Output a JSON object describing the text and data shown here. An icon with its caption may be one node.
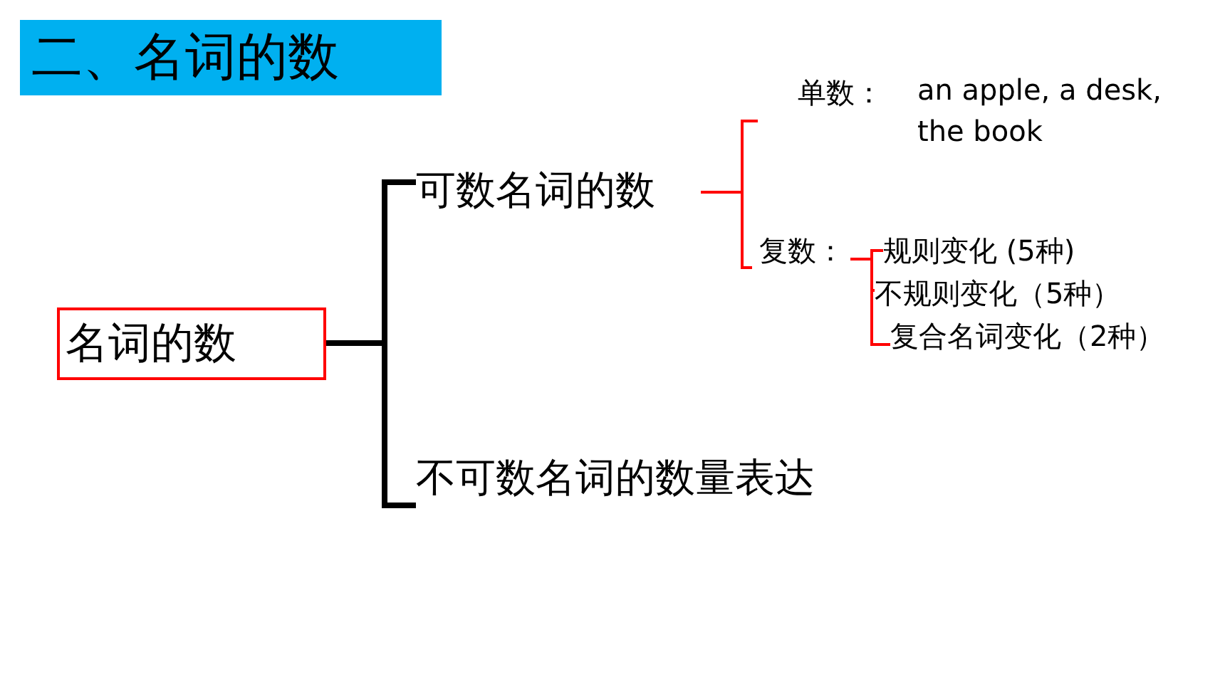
{
  "diagram": {
    "title": "二、名词的数",
    "nodes": [
      {
        "text": [
          "名词的数"
        ]
      },
      {
        "text": [
          "可数名词的数"
        ]
      },
      {
        "text": [
          "不可数名词的数量表达"
        ]
      },
      {
        "text": [
          "单数：",
          "an apple, a desk, the book"
        ]
      },
      {
        "text": [
          "复数："
        ]
      },
      {
        "text": [
          "规则变化 (5种)"
        ]
      },
      {
        "text": [
          "不规则变化（5种）"
        ]
      },
      {
        "text": [
          "复合名词变化（2种）"
        ]
      }
    ],
    "edges": [
      {
        "from": 0,
        "to": 1,
        "arrow": "none",
        "style": "thick",
        "color": "#000000"
      },
      {
        "from": 0,
        "to": 2,
        "arrow": "none",
        "style": "thick",
        "color": "#000000"
      },
      {
        "from": 1,
        "to": 3,
        "arrow": "none"
      },
      {
        "from": 1,
        "to": 4,
        "arrow": "none"
      },
      {
        "from": 4,
        "to": 5,
        "arrow": "none"
      },
      {
        "from": 4,
        "to": 6,
        "arrow": "none"
      },
      {
        "from": 4,
        "to": 7,
        "arrow": "none"
      }
    ]
  }
}
